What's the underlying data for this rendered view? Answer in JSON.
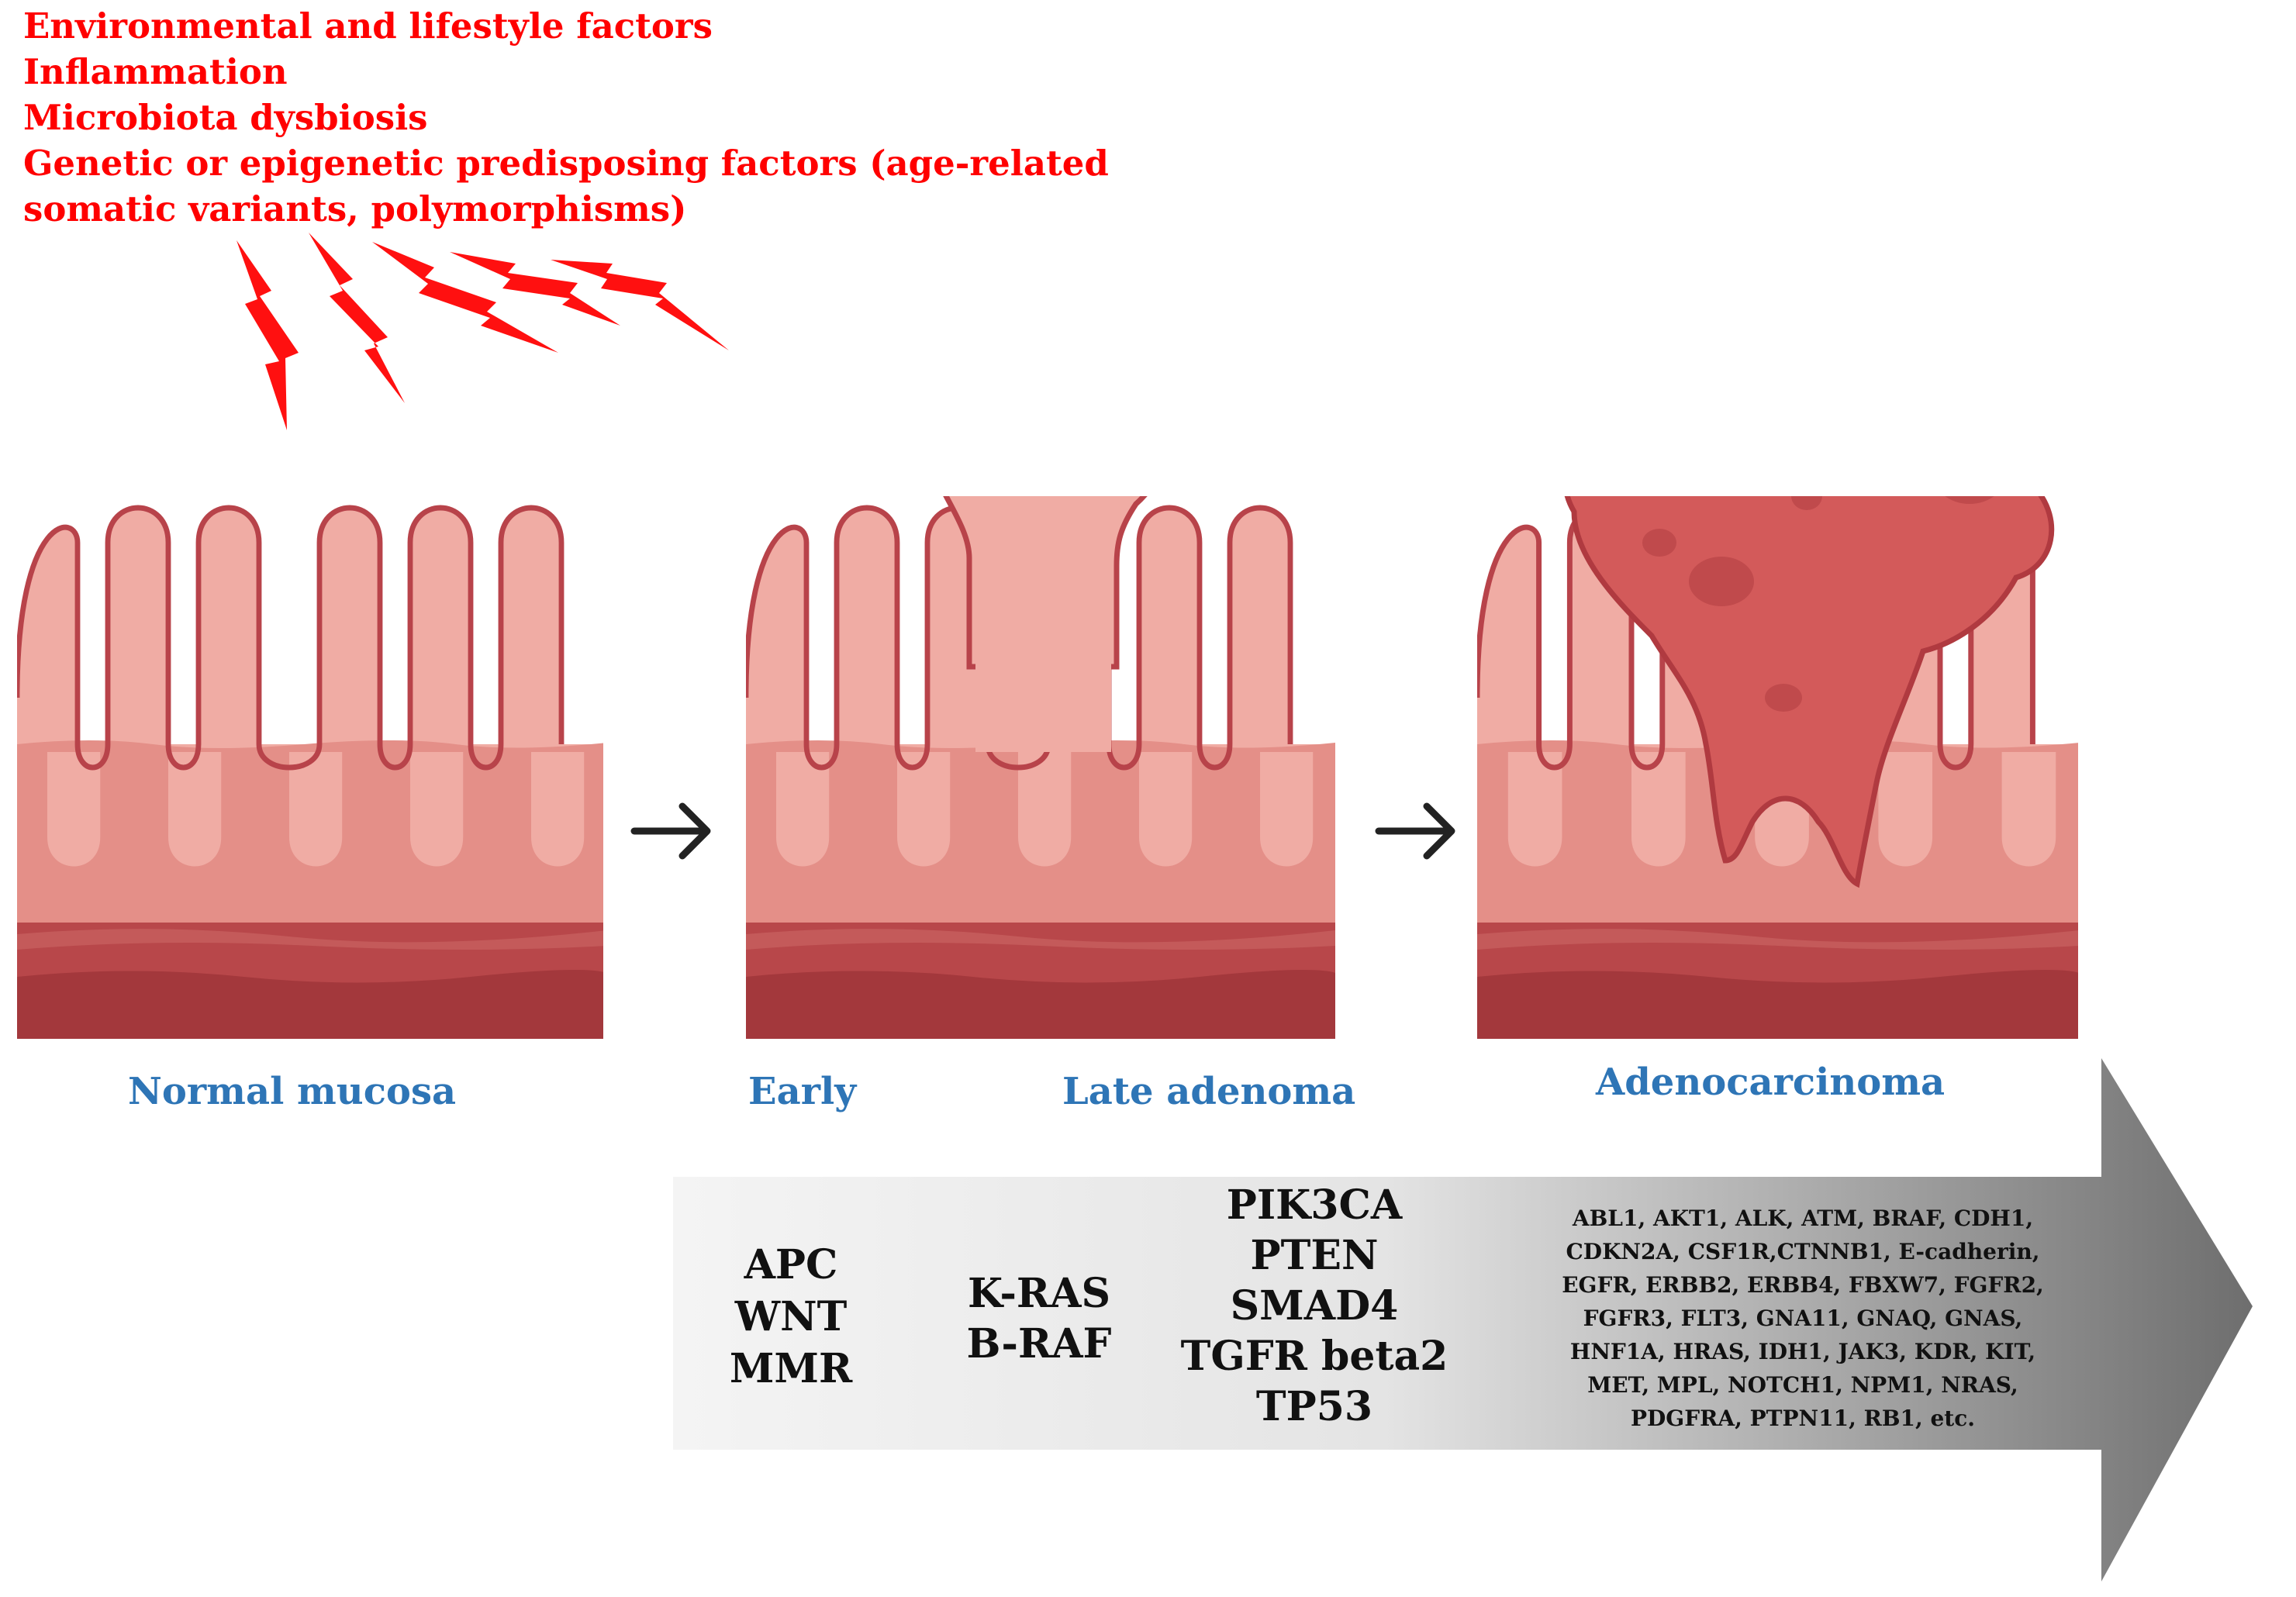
{
  "risk_factors": [
    "Environmental and lifestyle factors",
    "Inflammation",
    "Microbiota dysbiosis",
    "Genetic or epigenetic predisposing factors (age-related",
    "somatic variants, polymorphisms)"
  ],
  "stages": {
    "normal": "Normal mucosa",
    "early": "Early",
    "late": "Late adenoma",
    "carcinoma": "Adenocarcinoma"
  },
  "genes": {
    "group1": [
      "APC",
      "WNT",
      "MMR"
    ],
    "group2": [
      "K-RAS",
      "B-RAF"
    ],
    "group3": [
      "PIK3CA",
      "PTEN",
      "SMAD4",
      "TGFR beta2",
      "TP53"
    ],
    "group4": [
      "ABL1, AKT1, ALK, ATM, BRAF, CDH1,",
      "CDKN2A, CSF1R,CTNNB1, E-cadherin,",
      "EGFR, ERBB2, ERBB4, FBXW7, FGFR2,",
      "FGFR3, FLT3, GNA11, GNAQ, GNAS,",
      "HNF1A, HRAS, IDH1, JAK3, KDR, KIT,",
      "MET, MPL, NOTCH1, NPM1, NRAS,",
      "PDGFRA, PTPN11, RB1, etc."
    ]
  },
  "colors": {
    "risk_text": "#ff0000",
    "stage_text": "#2e75b6",
    "villus_top": "#f0aca4",
    "villus_mid": "#e48f88",
    "outline": "#b8434a",
    "muscle_light": "#b8474a",
    "muscle_dark": "#a3383c",
    "tumor": "#d35a5a",
    "arrow_light": "#f0f0f0",
    "arrow_dark": "#7f7f7f"
  }
}
